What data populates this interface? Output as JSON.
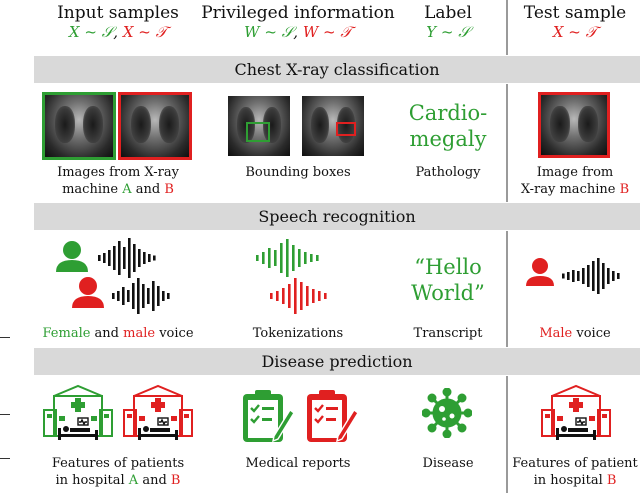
{
  "columns": {
    "input": {
      "title": "Input samples",
      "formula_green": "X ~ 𝒮",
      "sep": ", ",
      "formula_red": "X ~ 𝒯"
    },
    "privileged": {
      "title": "Privileged  information",
      "formula_green": "W ~ 𝒮",
      "sep": ", ",
      "formula_red": "W ~ 𝒯"
    },
    "label": {
      "title": "Label",
      "formula_green": "Y ~ 𝒮"
    },
    "test": {
      "title": "Test sample",
      "formula_red": "X ~ 𝒯"
    }
  },
  "sections": {
    "xray": {
      "title": "Chest X-ray classification",
      "input_caption_1": "Images from X-ray",
      "input_caption_2a": "machine ",
      "input_caption_2b": "A",
      "input_caption_2c": " and ",
      "input_caption_2d": "B",
      "privileged_caption": "Bounding boxes",
      "label_text_1": "Cardio-",
      "label_text_2": "megaly",
      "label_caption": "Pathology",
      "test_caption_1": "Image from",
      "test_caption_2a": "X-ray machine ",
      "test_caption_2b": "B"
    },
    "speech": {
      "title": "Speech recognition",
      "input_caption_a": "Female",
      "input_caption_b": " and ",
      "input_caption_c": "male",
      "input_caption_d": " voice",
      "privileged_caption": "Tokenizations",
      "label_text_1": "“Hello",
      "label_text_2": "World”",
      "label_caption": "Transcript",
      "test_caption_a": "Male",
      "test_caption_b": " voice"
    },
    "disease": {
      "title": "Disease prediction",
      "input_caption_1": "Features of patients",
      "input_caption_2a": "in hospital ",
      "input_caption_2b": "A",
      "input_caption_2c": " and ",
      "input_caption_2d": "B",
      "privileged_caption": "Medical reports",
      "label_caption": "Disease",
      "test_caption_1": "Features of patient",
      "test_caption_2a": "in hospital ",
      "test_caption_2b": "B"
    }
  },
  "colors": {
    "green": "#2e9e33",
    "red": "#e02020",
    "band": "#d9d9d9",
    "divider": "#9a9a9a"
  },
  "icons": [
    "xray-image",
    "bounding-box-icon",
    "person-icon",
    "waveform-icon",
    "hospital-icon",
    "clipboard-report-icon",
    "virus-icon"
  ]
}
